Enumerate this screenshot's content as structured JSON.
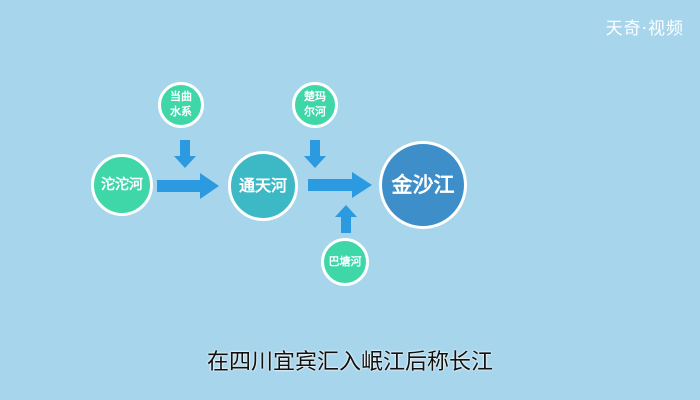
{
  "watermark": "天奇·视频",
  "nodes": {
    "tuotuo": {
      "label": "沱沱河",
      "color": "#3fd6a8"
    },
    "dangqu": {
      "line1": "当曲",
      "line2": "水系",
      "color": "#3fd6a8"
    },
    "tongtian": {
      "label": "通天河",
      "color": "#3db9c5"
    },
    "chuma": {
      "line1": "楚玛",
      "line2": "尔河",
      "color": "#3fd6a8"
    },
    "jinsha": {
      "label": "金沙江",
      "color": "#3e8fc9"
    },
    "batang": {
      "label": "巴塘河",
      "color": "#3fd6a8"
    }
  },
  "arrow_color": "#2c9ae0",
  "subtitle": "在四川宜宾汇入岷江后称长江"
}
